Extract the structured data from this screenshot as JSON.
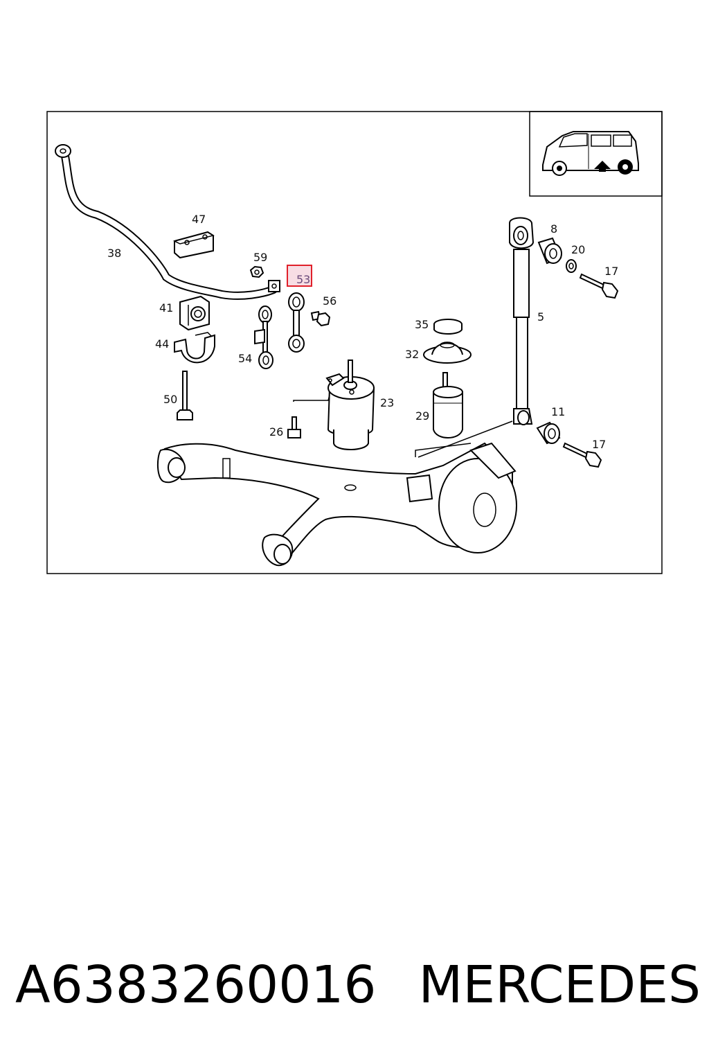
{
  "diagram": {
    "callouts": [
      {
        "id": "38",
        "text": "38"
      },
      {
        "id": "47",
        "text": "47"
      },
      {
        "id": "59",
        "text": "59"
      },
      {
        "id": "53",
        "text": "53",
        "highlighted": true
      },
      {
        "id": "41",
        "text": "41"
      },
      {
        "id": "56",
        "text": "56"
      },
      {
        "id": "44",
        "text": "44"
      },
      {
        "id": "54",
        "text": "54"
      },
      {
        "id": "50",
        "text": "50"
      },
      {
        "id": "26",
        "text": "26"
      },
      {
        "id": "23",
        "text": "23"
      },
      {
        "id": "35",
        "text": "35"
      },
      {
        "id": "32",
        "text": "32"
      },
      {
        "id": "29",
        "text": "29"
      },
      {
        "id": "8",
        "text": "8"
      },
      {
        "id": "20",
        "text": "20"
      },
      {
        "id": "17a",
        "text": "17"
      },
      {
        "id": "5",
        "text": "5"
      },
      {
        "id": "11",
        "text": "11"
      },
      {
        "id": "17b",
        "text": "17"
      }
    ],
    "highlight_color": "#e0202a",
    "highlight_fill": "#f7dde4"
  },
  "caption": {
    "part_number": "A6383260016",
    "brand": "MERCEDES"
  }
}
